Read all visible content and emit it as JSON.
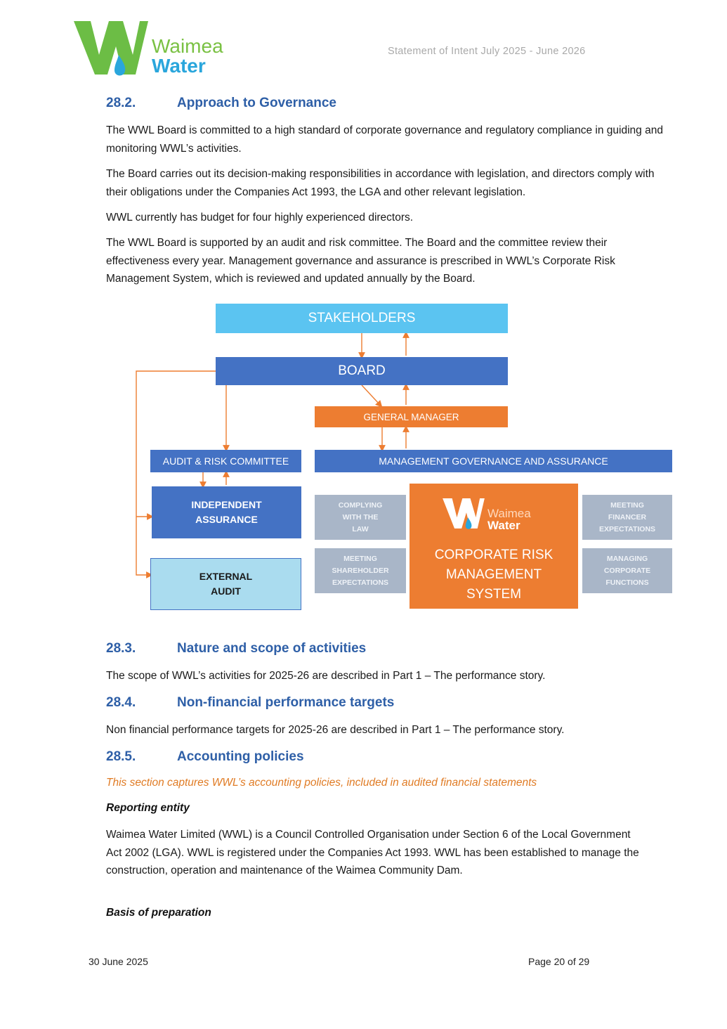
{
  "header": {
    "logo_line1": "Waimea",
    "logo_line2": "Water",
    "doc_title": "Statement of Intent July 2025 - June 2026"
  },
  "sections": {
    "s282": {
      "number": "28.2.",
      "title": "Approach to Governance",
      "p1": "The WWL Board is committed to a high standard of corporate governance and regulatory compliance in guiding and monitoring WWL’s activities.",
      "p2": "The Board carries out its decision-making responsibilities in accordance with legislation, and directors comply with their obligations under the Companies Act 1993, the LGA and other relevant legislation.",
      "p3": "WWL currently has budget for four highly experienced directors.",
      "p4": "The WWL Board is supported by an audit and risk committee.  The Board and the committee review their effectiveness every year. Management governance and assurance is prescribed in WWL’s Corporate Risk Management System, which is reviewed and updated annually by the Board."
    },
    "s283": {
      "number": "28.3.",
      "title": "Nature and scope of activities",
      "p1": "The scope of WWL’s activities for 2025-26 are described in Part 1 – The performance story."
    },
    "s284": {
      "number": "28.4.",
      "title": "Non-financial performance targets",
      "p1": "Non financial performance targets for 2025-26 are described in Part 1 – The performance story."
    },
    "s285": {
      "number": "28.5.",
      "title": "Accounting policies",
      "note": "This section captures WWL’s accounting policies, included in audited financial statements",
      "reporting_entity_heading": "Reporting entity",
      "reporting_entity_text": "Waimea Water Limited (WWL) is a Council Controlled Organisation under Section 6 of the Local Government Act 2002 (LGA). WWL is registered under the Companies Act 1993.  WWL has been established to manage the construction, operation and maintenance of the Waimea Community Dam.",
      "basis_heading": "Basis of preparation"
    }
  },
  "diagram": {
    "stakeholders": "STAKEHOLDERS",
    "board": "BOARD",
    "general_manager": "GENERAL MANAGER",
    "audit_risk_committee": "AUDIT & RISK COMMITTEE",
    "mgmt_governance": "MANAGEMENT GOVERNANCE AND ASSURANCE",
    "independent_assurance_l1": "INDEPENDENT",
    "independent_assurance_l2": "ASSURANCE",
    "external_audit_l1": "EXTERNAL",
    "external_audit_l2": "AUDIT",
    "complying_l1": "COMPLYING",
    "complying_l2": "WITH THE",
    "complying_l3": "LAW",
    "shareholder_l1": "MEETING",
    "shareholder_l2": "SHAREHOLDER",
    "shareholder_l3": "EXPECTATIONS",
    "financer_l1": "MEETING",
    "financer_l2": "FINANCER",
    "financer_l3": "EXPECTATIONS",
    "corporate_l1": "MANAGING",
    "corporate_l2": "CORPORATE",
    "corporate_l3": "FUNCTIONS",
    "crms_logo_l1": "Waimea",
    "crms_logo_l2": "Water",
    "crms_l1": "CORPORATE RISK",
    "crms_l2": "MANAGEMENT",
    "crms_l3": "SYSTEM",
    "colors": {
      "blue": "#4472c4",
      "light_blue": "#5bc4f1",
      "orange": "#ed7d31",
      "grey": "#a9b6c8",
      "pale_blue": "#aadcef"
    }
  },
  "footer": {
    "date": "30 June 2025",
    "page": "Page 20 of 29"
  }
}
